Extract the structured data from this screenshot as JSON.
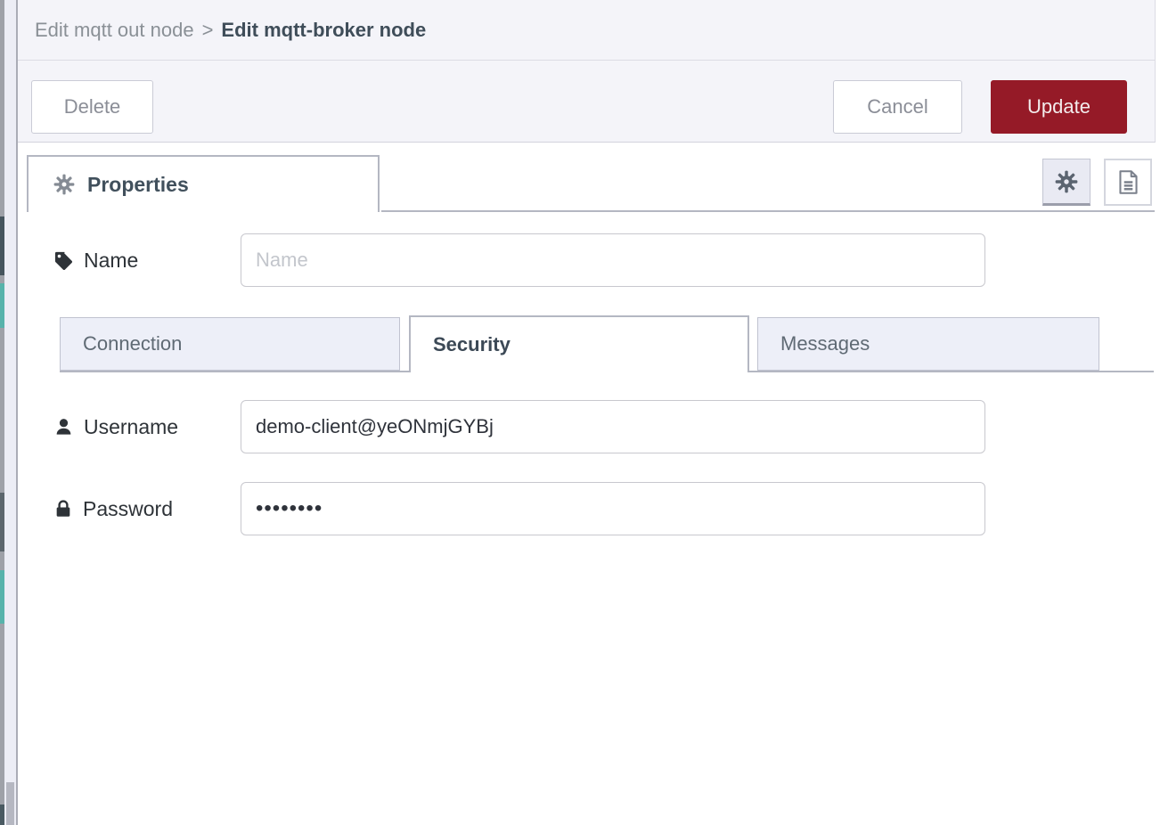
{
  "colors": {
    "accent_red": "#951a27",
    "panel_bg": "#f4f4f9",
    "tab_inactive_bg": "#edeff8",
    "border": "#b4b7c2"
  },
  "breadcrumb": {
    "parent": "Edit mqtt out node",
    "separator": ">",
    "current": "Edit mqtt-broker node"
  },
  "toolbar": {
    "delete": "Delete",
    "cancel": "Cancel",
    "update": "Update"
  },
  "properties": {
    "tab_label": "Properties",
    "tab_icon": "gear-icon",
    "settings_button_icon": "gear-icon",
    "description_button_icon": "file-icon"
  },
  "form": {
    "name": {
      "label": "Name",
      "placeholder": "Name",
      "value": "",
      "icon": "tag-icon"
    },
    "tabs": [
      {
        "label": "Connection",
        "active": false
      },
      {
        "label": "Security",
        "active": true
      },
      {
        "label": "Messages",
        "active": false
      }
    ],
    "username": {
      "label": "Username",
      "value": "demo-client@yeONmjGYBj",
      "icon": "user-icon"
    },
    "password": {
      "label": "Password",
      "value": "••••••••",
      "icon": "lock-icon"
    }
  }
}
